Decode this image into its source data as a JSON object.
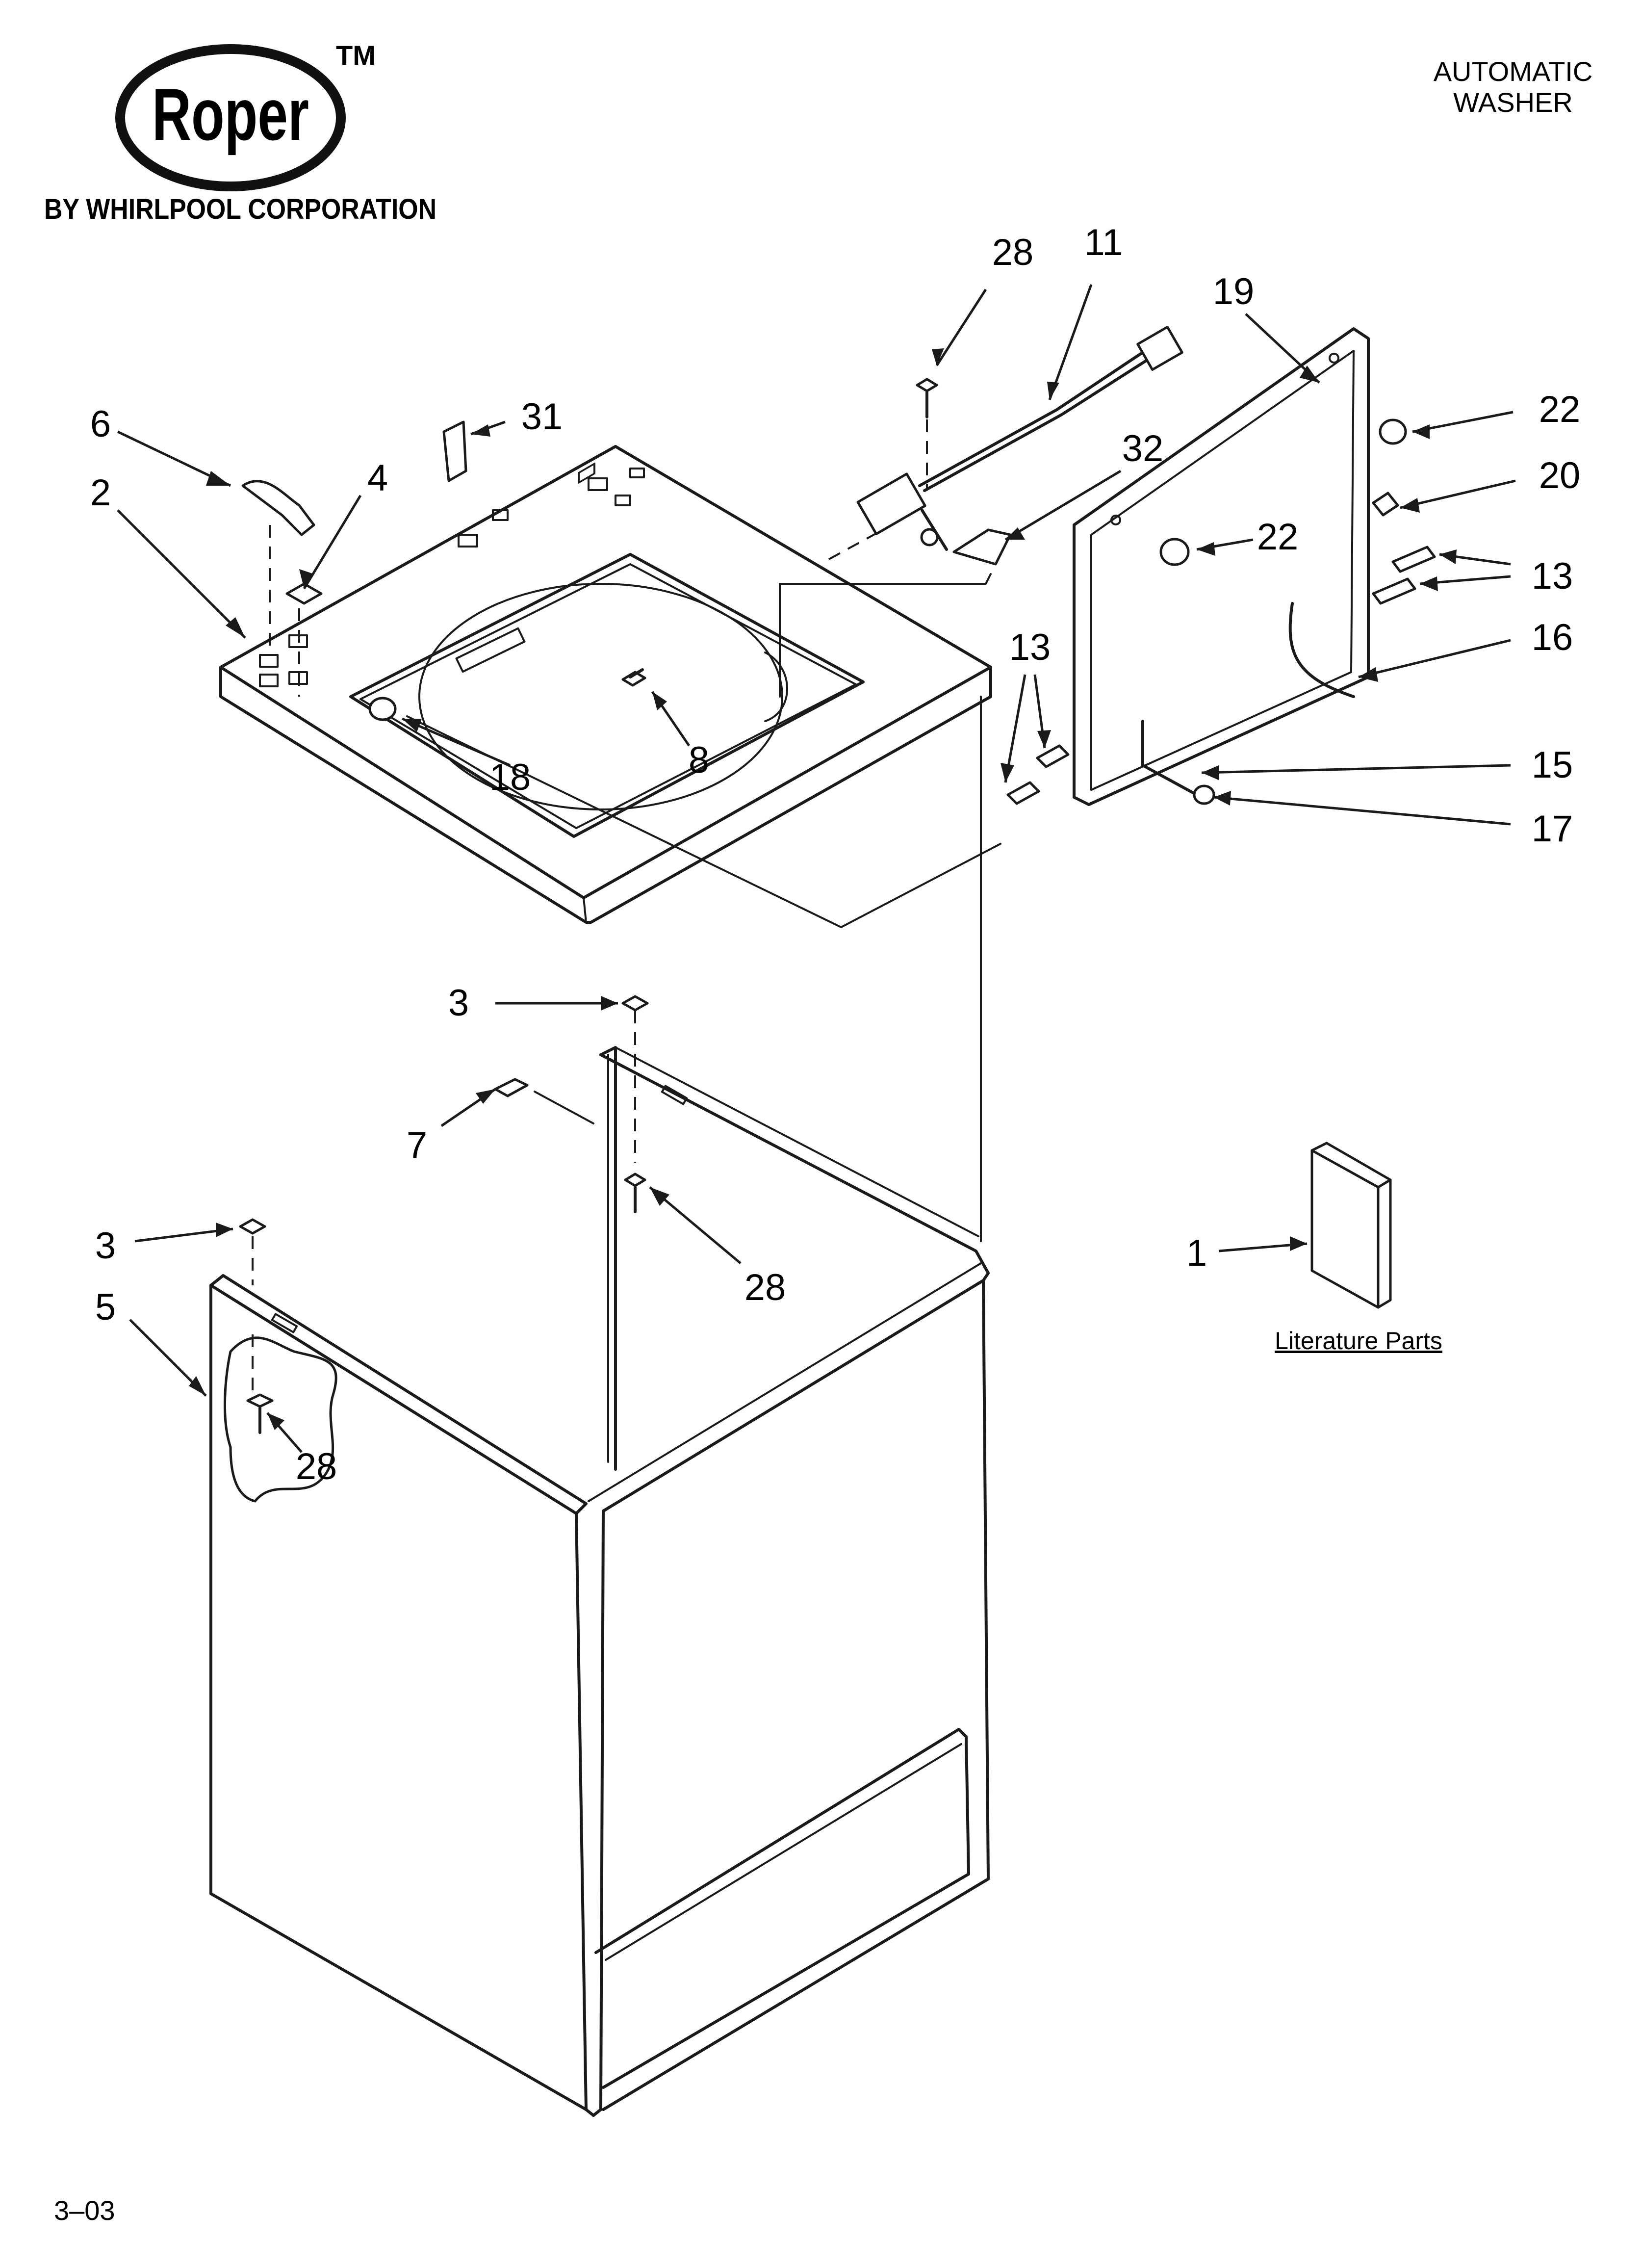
{
  "brand": {
    "name": "Roper",
    "trademark": "TM",
    "byline": "BY WHIRLPOOL CORPORATION"
  },
  "product": {
    "line1": "AUTOMATIC",
    "line2": "WASHER"
  },
  "literature_caption": "Literature Parts",
  "page_code": "3–03",
  "callouts": [
    {
      "id": "c-28-top",
      "text": "28"
    },
    {
      "id": "c-11",
      "text": "11"
    },
    {
      "id": "c-19",
      "text": "19"
    },
    {
      "id": "c-22-top",
      "text": "22"
    },
    {
      "id": "c-20",
      "text": "20"
    },
    {
      "id": "c-6",
      "text": "6"
    },
    {
      "id": "c-31",
      "text": "31"
    },
    {
      "id": "c-4",
      "text": "4"
    },
    {
      "id": "c-2",
      "text": "2"
    },
    {
      "id": "c-32",
      "text": "32"
    },
    {
      "id": "c-22-mid",
      "text": "22"
    },
    {
      "id": "c-13-right",
      "text": "13"
    },
    {
      "id": "c-13-left",
      "text": "13"
    },
    {
      "id": "c-16",
      "text": "16"
    },
    {
      "id": "c-8",
      "text": "8"
    },
    {
      "id": "c-18",
      "text": "18"
    },
    {
      "id": "c-15",
      "text": "15"
    },
    {
      "id": "c-17",
      "text": "17"
    },
    {
      "id": "c-3-top",
      "text": "3"
    },
    {
      "id": "c-7",
      "text": "7"
    },
    {
      "id": "c-28-mid",
      "text": "28"
    },
    {
      "id": "c-3-left",
      "text": "3"
    },
    {
      "id": "c-5",
      "text": "5"
    },
    {
      "id": "c-28-low",
      "text": "28"
    },
    {
      "id": "c-1",
      "text": "1"
    }
  ]
}
